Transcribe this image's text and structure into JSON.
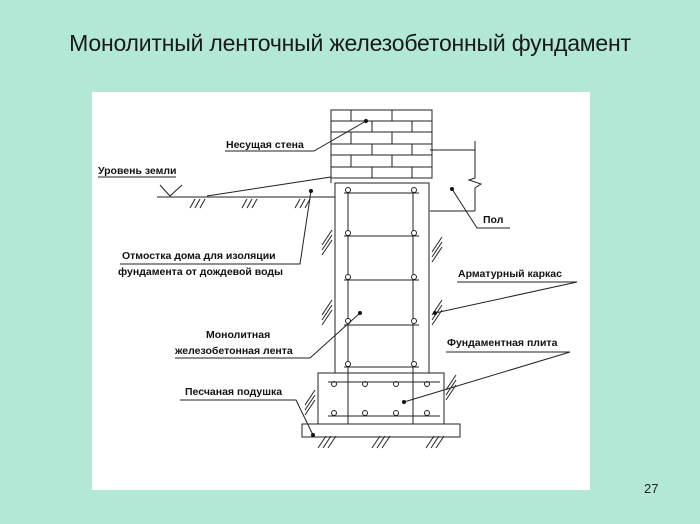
{
  "slide": {
    "title": "Монолитный ленточный железобетонный фундамент",
    "page_number": "27"
  },
  "diagram": {
    "labels": {
      "bearing_wall": "Несущая стена",
      "ground_level": "Уровень земли",
      "floor": "Пол",
      "blind_area_1": "Отмостка дома для изоляции",
      "blind_area_2": "фундамента от дождевой воды",
      "rebar_cage": "Арматурный каркас",
      "strip_1": "Монолитная",
      "strip_2": "железобетонная лента",
      "foundation_slab": "Фундаментная плита",
      "sand_cushion": "Песчаная подушка"
    }
  }
}
